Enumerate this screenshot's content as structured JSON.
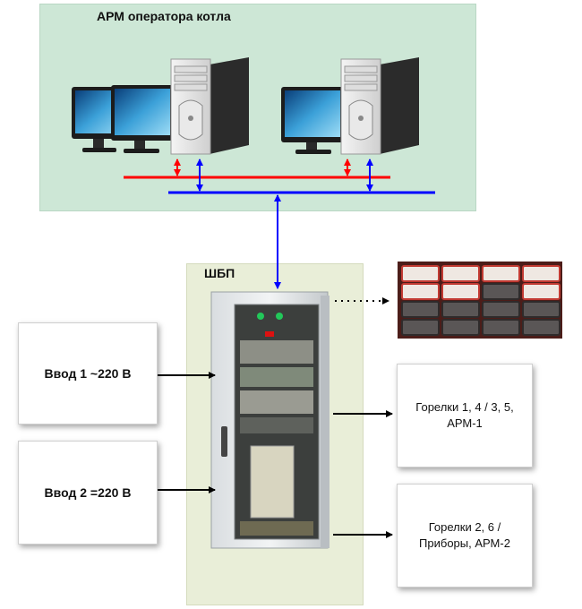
{
  "arm": {
    "title": "АРМ оператора котла"
  },
  "shbp": {
    "title": "ШБП"
  },
  "inputs": [
    {
      "label": "Ввод 1 ~220 В"
    },
    {
      "label": "Ввод 2 =220 В"
    }
  ],
  "outputs": [
    {
      "label": "Горелки 1, 4 / 3, 5,\nАРМ-1"
    },
    {
      "label": "Горелки 2, 6 /\nПриборы, АРМ-2"
    }
  ],
  "colors": {
    "network_red": "#ff0000",
    "network_blue": "#0000ff",
    "arm_panel": "#cde7d6",
    "shbp_panel": "#e9eed8"
  }
}
